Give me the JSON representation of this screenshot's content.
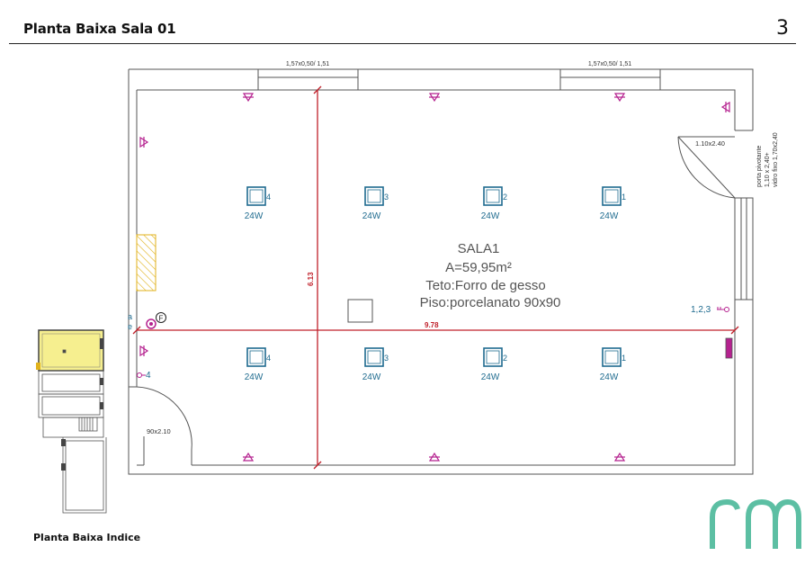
{
  "header": {
    "title": "Planta Baixa  Sala 01",
    "page_number": "3"
  },
  "index_label": "Planta Baixa  Indice",
  "room": {
    "name": "SALA1",
    "area": "A=59,95m²",
    "ceiling": "Teto:Forro de gesso",
    "floor": "Piso:porcelanato 90x90"
  },
  "windows": [
    {
      "label": "1,57x0,50/ 1,51"
    },
    {
      "label": "1,57x0,50/ 1,51"
    }
  ],
  "doors": {
    "pivot_size": "1.10x2.40",
    "pivot_note_1": "porta pivotante",
    "pivot_note_2": "1,10 x 2,40+",
    "pivot_note_3": "vidro fixo 1,70x2,40",
    "entry_size": "90x2.10"
  },
  "dimensions": {
    "vertical": "6.13",
    "horizontal": "9.78"
  },
  "lights": [
    {
      "number": "4",
      "power": "24W"
    },
    {
      "number": "3",
      "power": "24W"
    },
    {
      "number": "2",
      "power": "24W"
    },
    {
      "number": "1",
      "power": "24W"
    },
    {
      "number": "4",
      "power": "24W"
    },
    {
      "number": "3",
      "power": "24W"
    },
    {
      "number": "2",
      "power": "24W"
    },
    {
      "number": "1",
      "power": "24W"
    }
  ],
  "switches": {
    "right": "1,2,3",
    "left": "4",
    "panel_a": "a",
    "panel_e": "e",
    "meter": "F"
  },
  "colors": {
    "wall": "#555555",
    "light": "#1f6b8f",
    "electric": "#b5228f",
    "dimension": "#c0202a",
    "logo": "#5cbfa3",
    "highlight": "#f6ef8f"
  },
  "logo": "rm"
}
